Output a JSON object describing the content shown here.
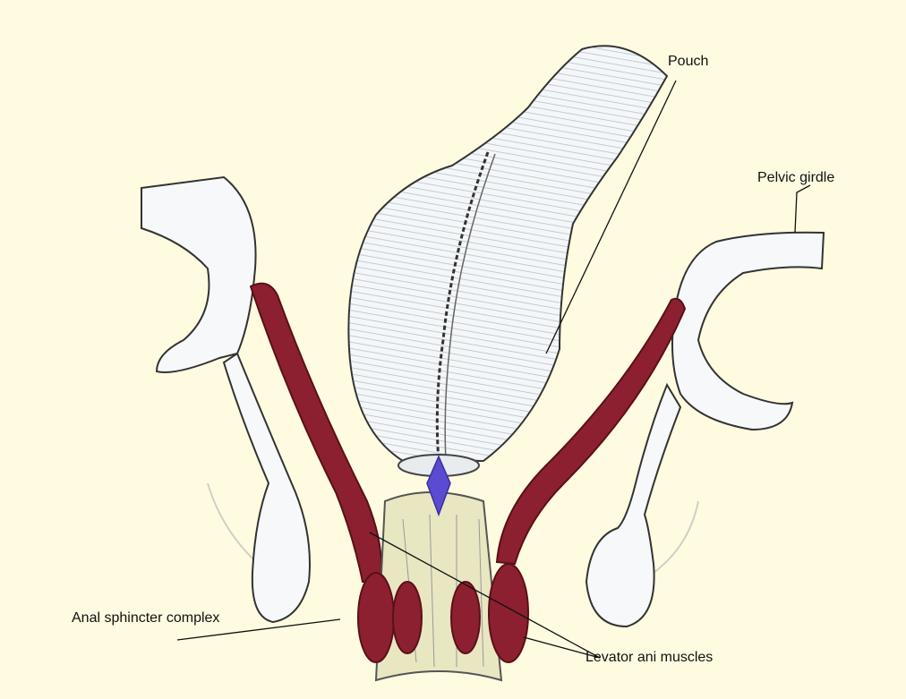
{
  "figure": {
    "background": "#fffbe0",
    "colors": {
      "muscle": "#8c2030",
      "muscle_dark": "#5a1018",
      "pouch_fill": "#f4f7f9",
      "outline": "#333333",
      "sphincter_fill": "#e9e6c2",
      "valve": "#5a4bd0",
      "bone_fill": "#f6f8fa",
      "leader_line": "#111111"
    }
  },
  "labels": {
    "pouch": "Pouch",
    "pelvic_girdle": "Pelvic girdle",
    "anal_sphincter": "Anal sphincter complex",
    "levator_ani": "Levator ani muscles"
  }
}
